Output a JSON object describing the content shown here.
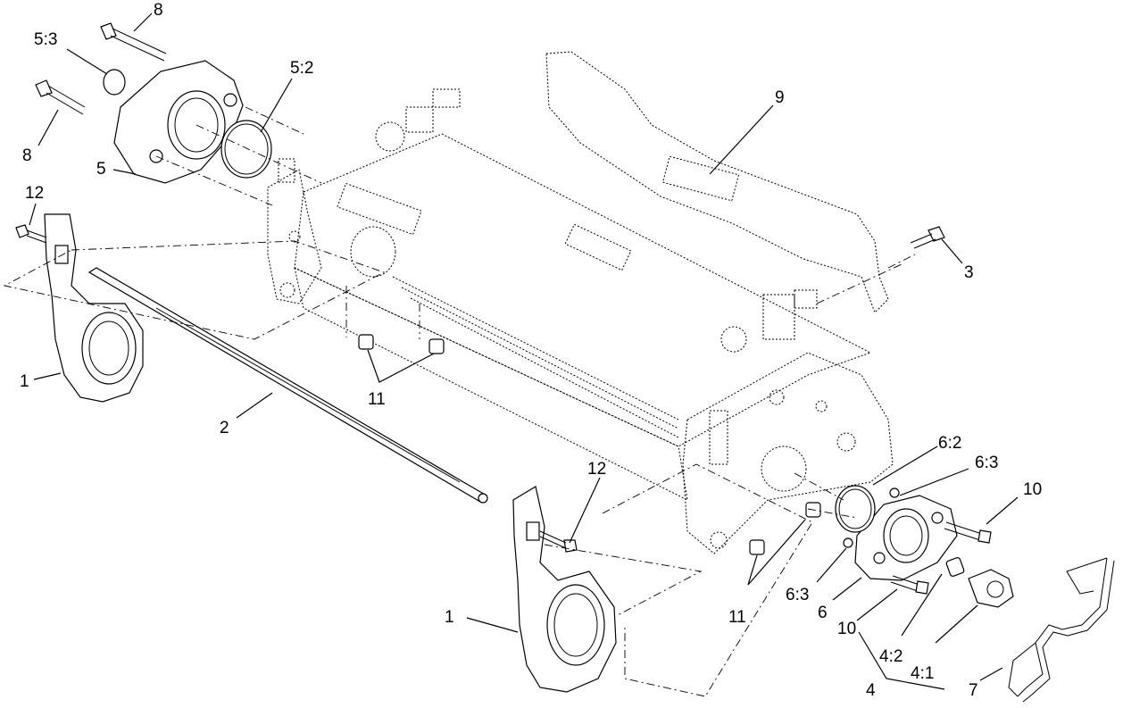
{
  "callouts": {
    "c1a": "1",
    "c1b": "1",
    "c2": "2",
    "c3": "3",
    "c4": "4",
    "c4_1": "4:1",
    "c4_2": "4:2",
    "c5": "5",
    "c5_2": "5:2",
    "c5_3": "5:3",
    "c6": "6",
    "c6_2": "6:2",
    "c6_3a": "6:3",
    "c6_3b": "6:3",
    "c7": "7",
    "c8a": "8",
    "c8b": "8",
    "c9": "9",
    "c10a": "10",
    "c10b": "10",
    "c11a": "11",
    "c11b": "11",
    "c12a": "12",
    "c12b": "12"
  }
}
